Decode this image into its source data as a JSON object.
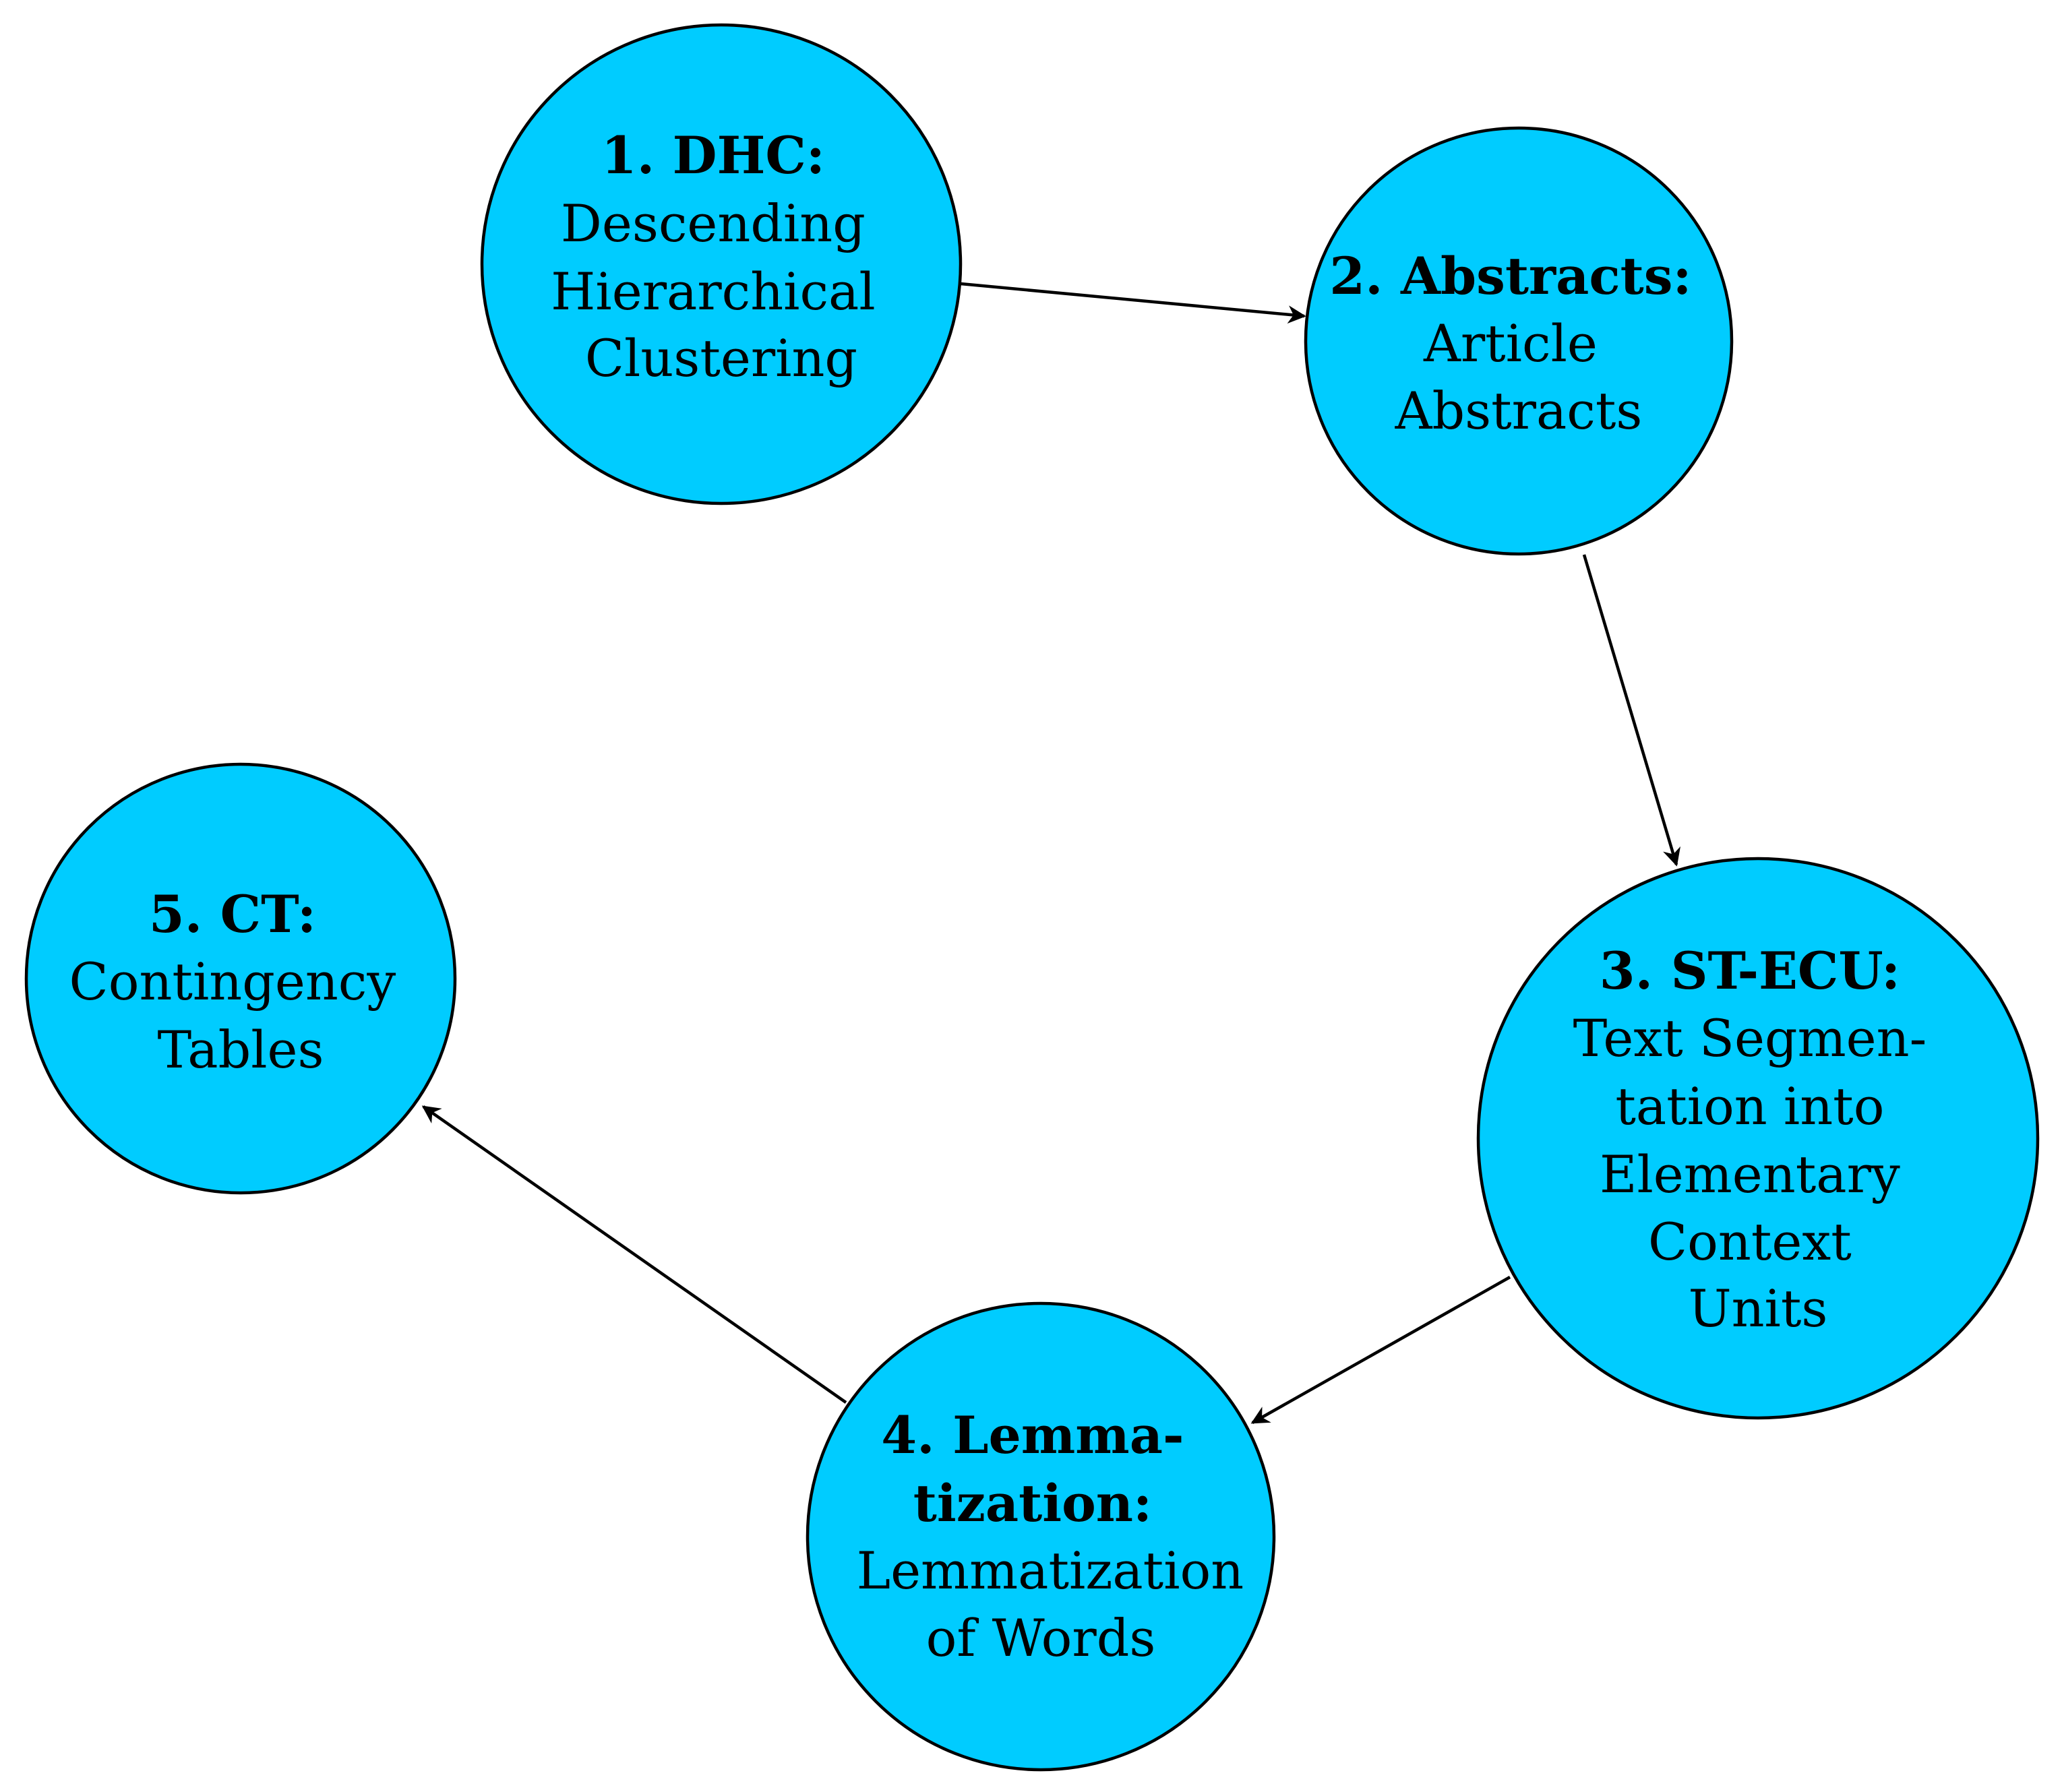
{
  "diagram": {
    "node_color": "#00CCFF",
    "stroke_color": "#000000",
    "nodes": [
      {
        "id": "dhc",
        "title": "1.  DHC:",
        "lines": [
          "Descending",
          "Hierarchical",
          "Clustering"
        ]
      },
      {
        "id": "abstracts",
        "title": "2.  Abstracts:",
        "lines": [
          "Article",
          "Abstracts"
        ]
      },
      {
        "id": "st-ecu",
        "title": "3.  ST-ECU:",
        "lines": [
          "Text Segmen-",
          "tation into",
          "Elementary",
          "Context",
          "Units"
        ]
      },
      {
        "id": "lemmatization",
        "title": "4.  Lemma-",
        "title2": "tization:",
        "lines": [
          "Lemmatization",
          "of Words"
        ]
      },
      {
        "id": "ct",
        "title": "5.  CT:",
        "lines": [
          "Contingency",
          "Tables"
        ]
      }
    ],
    "edges": [
      {
        "from": "dhc",
        "to": "abstracts"
      },
      {
        "from": "abstracts",
        "to": "st-ecu"
      },
      {
        "from": "st-ecu",
        "to": "lemmatization"
      },
      {
        "from": "lemmatization",
        "to": "ct"
      }
    ]
  }
}
